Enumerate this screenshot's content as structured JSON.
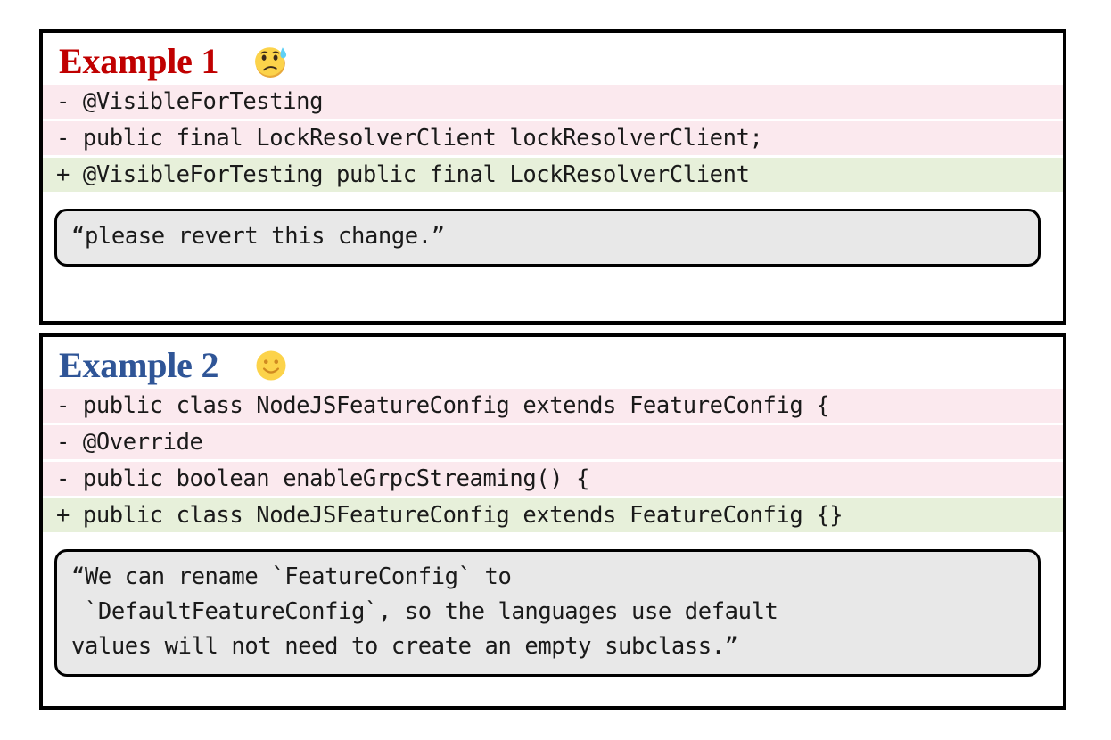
{
  "examples": [
    {
      "title": "Example 1",
      "title_color": "#c00000",
      "emoji_name": "confused-sweat-face-emoji",
      "diff_lines": [
        {
          "type": "del",
          "text": "- @VisibleForTesting"
        },
        {
          "type": "del",
          "text": "- public final LockResolverClient lockResolverClient;"
        },
        {
          "type": "add",
          "text": "+ @VisibleForTesting public final LockResolverClient"
        }
      ],
      "quote_lines": [
        "“please revert this change.”"
      ]
    },
    {
      "title": "Example 2",
      "title_color": "#2f5597",
      "emoji_name": "smiling-face-emoji",
      "diff_lines": [
        {
          "type": "del",
          "text": "- public class NodeJSFeatureConfig extends FeatureConfig {"
        },
        {
          "type": "del",
          "text": "- @Override"
        },
        {
          "type": "del",
          "text": "- public boolean enableGrpcStreaming() {"
        },
        {
          "type": "add",
          "text": "+ public class NodeJSFeatureConfig extends FeatureConfig {}"
        }
      ],
      "quote_lines": [
        "“We can rename `FeatureConfig` to",
        " `DefaultFeatureConfig`, so the languages use default",
        "values will not need to create an empty subclass.”"
      ]
    }
  ],
  "colors": {
    "deleted_line_bg": "#fbe9ee",
    "added_line_bg": "#e7f0da",
    "quote_bg": "#e8e8e8",
    "card_border": "#000000"
  }
}
